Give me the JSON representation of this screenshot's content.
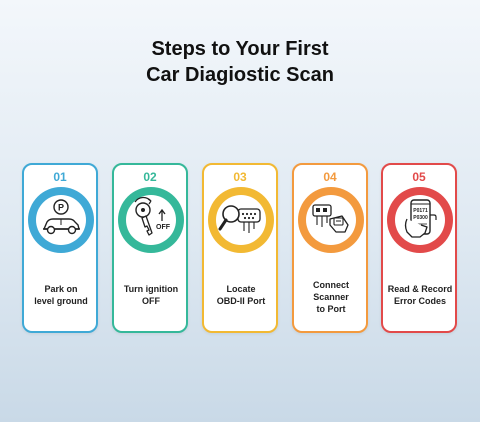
{
  "title": {
    "line1": "Steps to Your First",
    "line2": "Car Diagiostic Scan"
  },
  "steps": [
    {
      "number": "01",
      "line1": "Park on",
      "line2": "level ground",
      "line3": "",
      "color": "#3fa9d6",
      "icon": "parked-car-icon"
    },
    {
      "number": "02",
      "line1": "Turn ignition",
      "line2": "OFF",
      "line3": "",
      "icon_text": "OFF",
      "color": "#35b89a",
      "icon": "ignition-key-icon"
    },
    {
      "number": "03",
      "line1": "Locate",
      "line2": "OBD-II Port",
      "line3": "",
      "color": "#f2b933",
      "icon": "magnifier-port-icon"
    },
    {
      "number": "04",
      "line1": "Connect",
      "line2": "Scanner",
      "line3": "to Port",
      "color": "#f39a3e",
      "icon": "hand-scanner-icon"
    },
    {
      "number": "05",
      "line1": "Read & Record",
      "line2": "Error Codes",
      "line3": "",
      "color": "#e24a4a",
      "icon": "phone-codes-icon",
      "code1": "P0171",
      "code2": "P0300"
    }
  ]
}
